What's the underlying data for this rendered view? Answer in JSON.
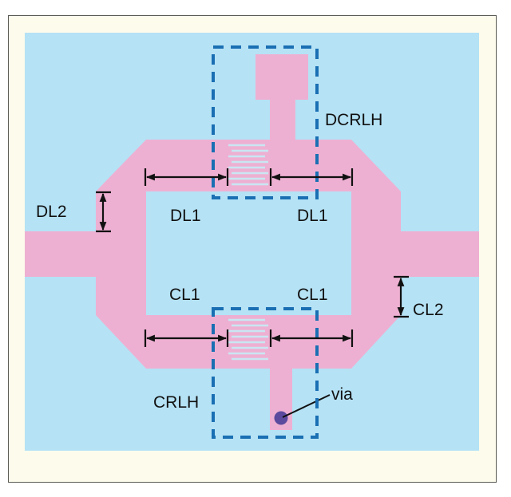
{
  "colors": {
    "frame_bg": "#fdfbec",
    "frame_border": "#5a5a55",
    "substrate": "#b5e2f5",
    "conductor": "#eeb0d2",
    "finger_gap": "#c9e6f3",
    "dashed_box": "#1a6fb3",
    "via": "#5b4a9e",
    "annotation": "#111111"
  },
  "labels": {
    "dcrlh": "DCRLH",
    "crlh": "CRLH",
    "dl1_left": "DL1",
    "dl1_right": "DL1",
    "dl2": "DL2",
    "cl1_left": "CL1",
    "cl1_right": "CL1",
    "cl2": "CL2",
    "via": "via"
  }
}
